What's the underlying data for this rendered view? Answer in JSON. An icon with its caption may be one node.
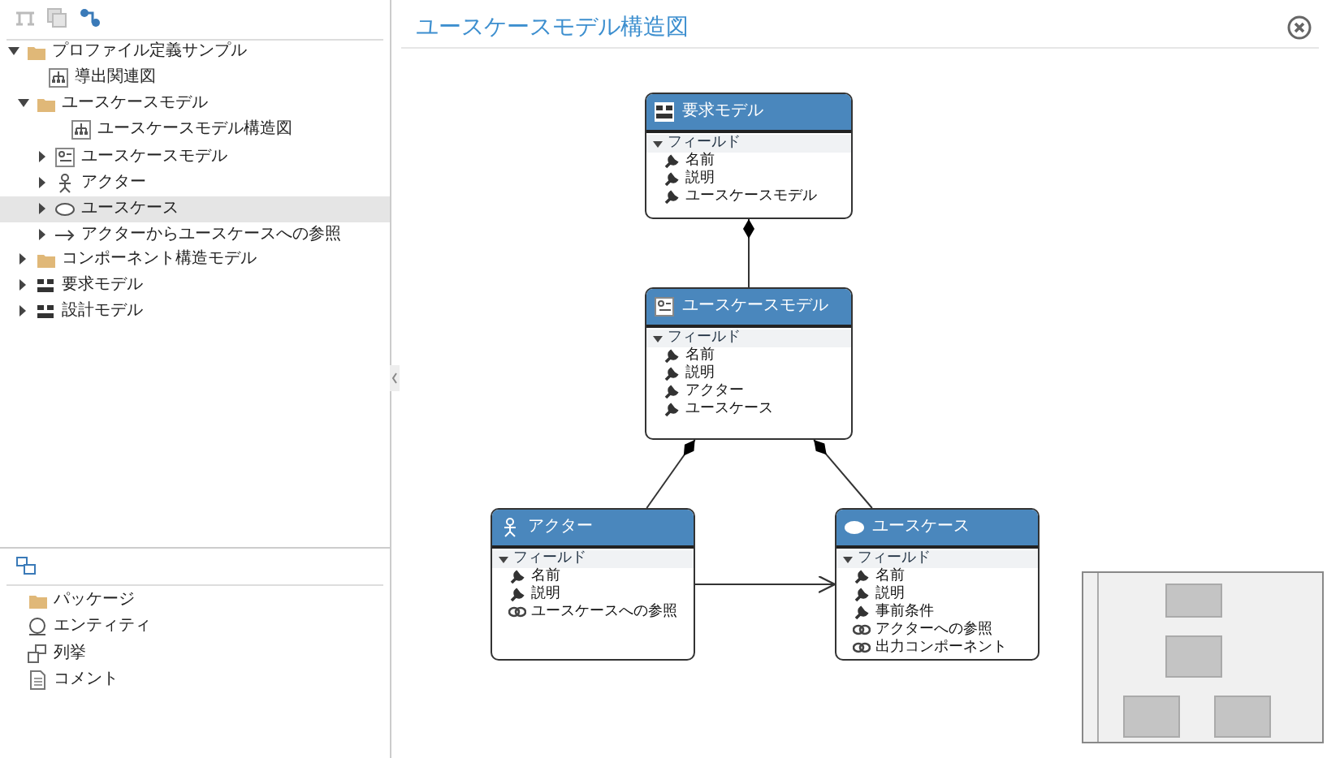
{
  "diagram": {
    "title": "ユースケースモデル構造図",
    "nodes": [
      {
        "text": [
          "要求モデル",
          "フィールド",
          "名前",
          "説明",
          "ユースケースモデル"
        ]
      },
      {
        "text": [
          "ユースケースモデル",
          "フィールド",
          "名前",
          "説明",
          "アクター",
          "ユースケース"
        ]
      },
      {
        "text": [
          "アクター",
          "フィールド",
          "名前",
          "説明",
          "ユースケースへの参照"
        ]
      },
      {
        "text": [
          "ユースケース",
          "フィールド",
          "名前",
          "説明",
          "事前条件",
          "アクターへの参照",
          "出力コンポーネント"
        ]
      }
    ],
    "edges": [
      {
        "from": 0,
        "to": 1,
        "arrow": "other"
      },
      {
        "from": 1,
        "to": 2,
        "arrow": "other"
      },
      {
        "from": 1,
        "to": 3,
        "arrow": "other"
      },
      {
        "from": 2,
        "to": 3,
        "arrow": "to"
      }
    ],
    "labels": [
      "プロファイル定義サンプル",
      "導出関連図",
      "ユースケースモデル",
      "ユースケースモデル構造図",
      "ユースケースモデル",
      "アクター",
      "ユースケース",
      "アクターからユースケースへの参照",
      "コンポーネント構造モデル",
      "要求モデル",
      "設計モデル",
      "パッケージ",
      "エンティティ",
      "列挙",
      "コメント"
    ]
  }
}
